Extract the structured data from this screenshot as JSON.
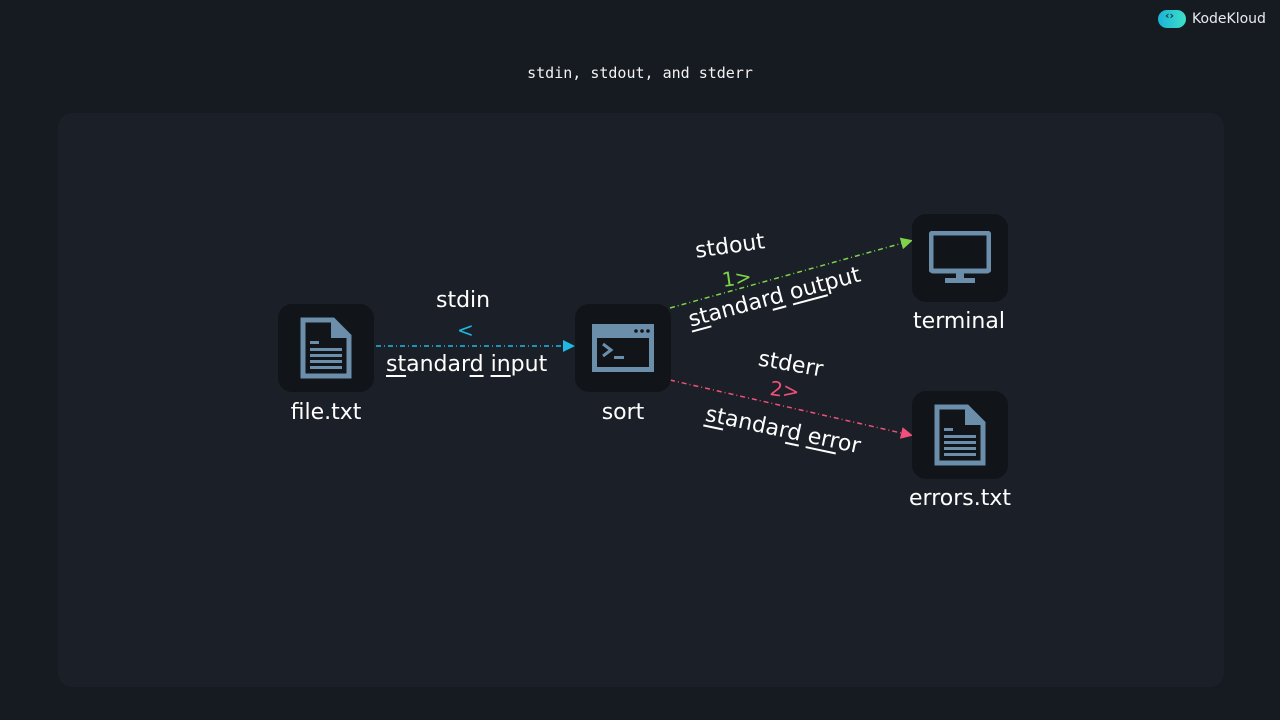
{
  "brand": {
    "name": "KodeKloud"
  },
  "title": "stdin, stdout, and stderr",
  "nodes": {
    "file": "file.txt",
    "sort": "sort",
    "terminal": "terminal",
    "errors": "errors.txt"
  },
  "stdin": {
    "name": "stdin",
    "operator": "<",
    "label_parts": [
      {
        "t": "st",
        "u": true
      },
      {
        "t": "andar",
        "u": false
      },
      {
        "t": "d",
        "u": true
      },
      {
        "t": " ",
        "u": false
      },
      {
        "t": "in",
        "u": true
      },
      {
        "t": "put",
        "u": false
      }
    ],
    "color": "#1fb8e0"
  },
  "stdout": {
    "name": "stdout",
    "operator": "1>",
    "label_parts": [
      {
        "t": "st",
        "u": true
      },
      {
        "t": "andar",
        "u": false
      },
      {
        "t": "d",
        "u": true
      },
      {
        "t": " ",
        "u": false
      },
      {
        "t": "out",
        "u": true
      },
      {
        "t": "put",
        "u": false
      }
    ],
    "color": "#7ed34a"
  },
  "stderr": {
    "name": "stderr",
    "operator": "2>",
    "label_parts": [
      {
        "t": "st",
        "u": true
      },
      {
        "t": "andar",
        "u": false
      },
      {
        "t": "d",
        "u": true
      },
      {
        "t": " ",
        "u": false
      },
      {
        "t": "err",
        "u": true
      },
      {
        "t": "or",
        "u": false
      }
    ],
    "color": "#f0507a"
  }
}
